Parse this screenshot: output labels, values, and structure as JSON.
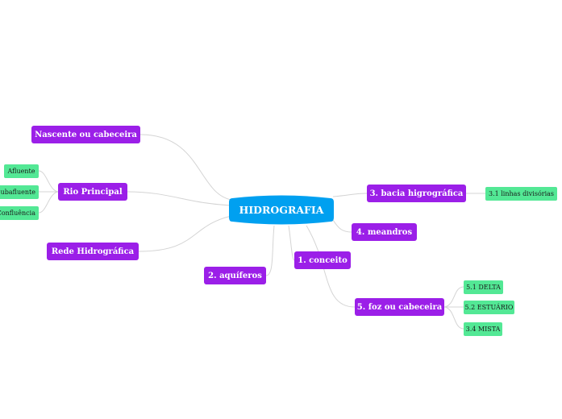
{
  "central": {
    "label": "HIDROGRAFIA"
  },
  "left_topics": {
    "nascente": {
      "label": "Nascente ou cabeceira"
    },
    "rio_principal": {
      "label": "Rio Principal",
      "children": [
        "Afluente",
        "Subafluente",
        "Confluência"
      ]
    },
    "rede": {
      "label": "Rede Hidrográfica"
    },
    "aquiferos": {
      "label": "2. aquíferos"
    }
  },
  "right_topics": {
    "bacia": {
      "label": "3. bacia higrográfica",
      "children": [
        "3.1 linhas divisórias"
      ]
    },
    "meandros": {
      "label": "4. meandros"
    },
    "conceito": {
      "label": "1. conceito"
    },
    "foz": {
      "label": "5. foz ou cabeceira",
      "children": [
        "5.1 DELTA",
        "5.2 ESTUÁRIO",
        "3.4 MISTA"
      ]
    }
  },
  "colors": {
    "central": "#00a0f0",
    "main_topic": "#9b1fe8",
    "subtopic": "#53e895",
    "connector": "#d4d4d4"
  }
}
